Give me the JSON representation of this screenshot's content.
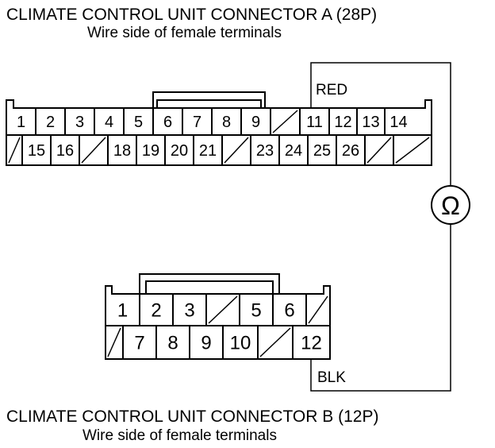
{
  "connector_a": {
    "title": "CLIMATE CONTROL UNIT CONNECTOR A (28P)",
    "subtitle": "Wire side of female terminals",
    "row1": [
      "1",
      "2",
      "3",
      "4",
      "5",
      "6",
      "7",
      "8",
      "9",
      "",
      "11",
      "12",
      "13",
      "14"
    ],
    "row2": [
      "",
      "15",
      "16",
      "",
      "18",
      "19",
      "20",
      "21",
      "",
      "23",
      "24",
      "25",
      "26",
      "",
      ""
    ]
  },
  "connector_b": {
    "title": "CLIMATE CONTROL UNIT CONNECTOR B (12P)",
    "subtitle": "Wire side of female terminals",
    "row1": [
      "1",
      "2",
      "3",
      "",
      "5",
      "6",
      ""
    ],
    "row2": [
      "",
      "7",
      "8",
      "9",
      "10",
      "",
      "12"
    ]
  },
  "wires": {
    "red": "RED",
    "blk": "BLK"
  },
  "meter": {
    "symbol": "Ω",
    "icon": "ohmmeter-icon"
  }
}
